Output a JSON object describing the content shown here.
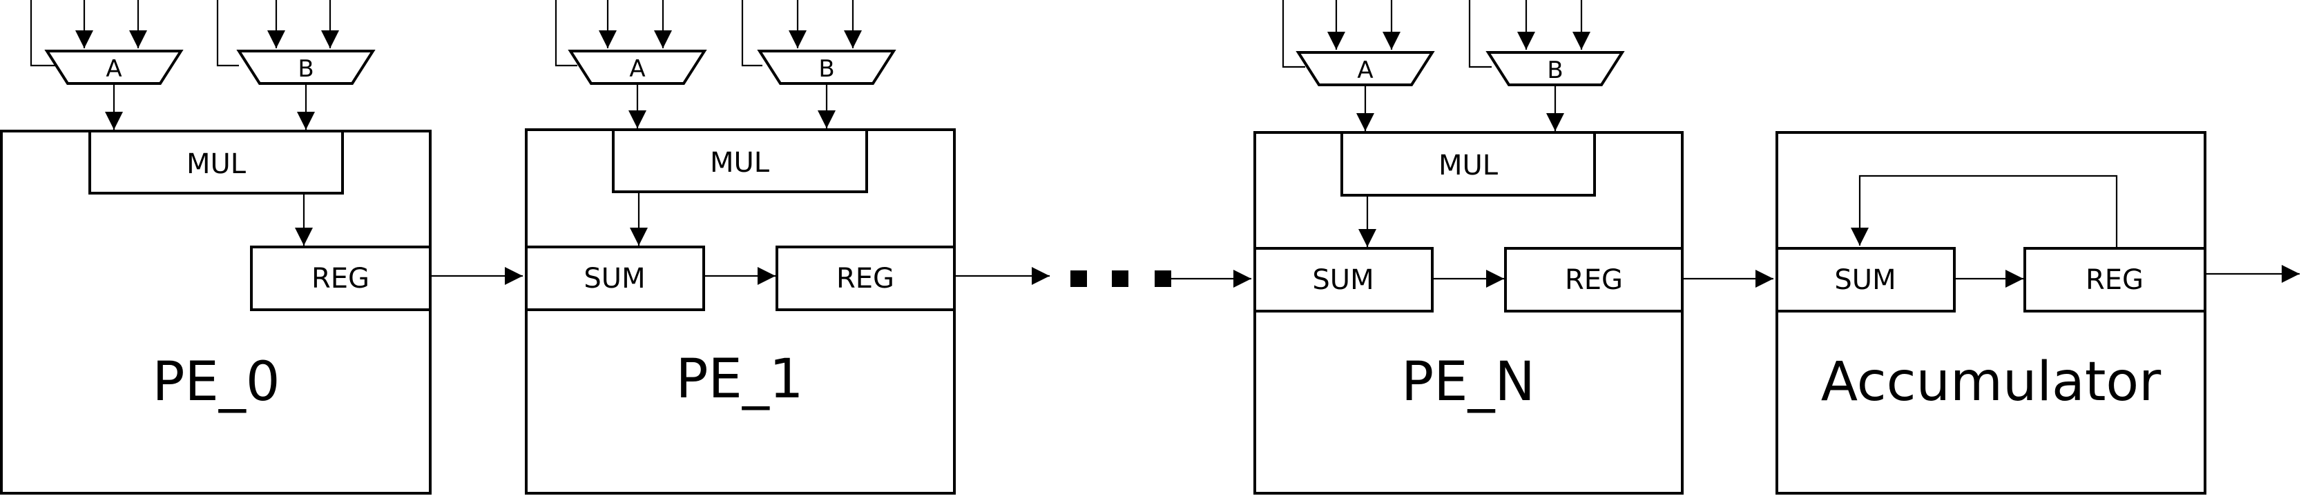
{
  "labels": {
    "mux_a": "A",
    "mux_b": "B",
    "mul": "MUL",
    "sum": "SUM",
    "reg": "REG",
    "pe0": "PE_0",
    "pe1": "PE_1",
    "pen": "PE_N",
    "acc": "Accumulator"
  }
}
